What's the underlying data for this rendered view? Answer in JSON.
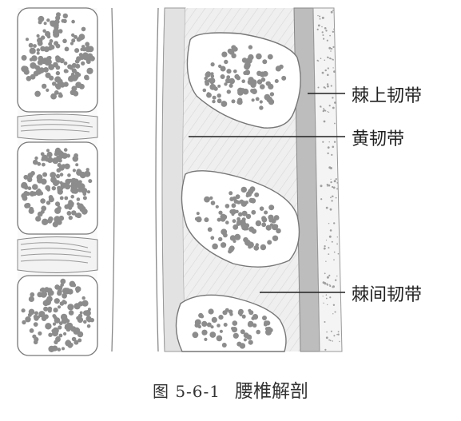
{
  "labels": {
    "supraspinous": "棘上韧带",
    "flavum": "黄韧带",
    "interspinous": "棘间韧带"
  },
  "caption": {
    "number": "图 5-6-1",
    "title": "腰椎解剖"
  }
}
